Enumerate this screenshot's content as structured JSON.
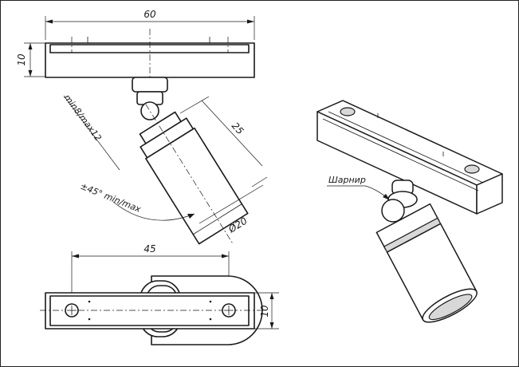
{
  "dimensions": {
    "top_width": "60",
    "top_height": "10",
    "joint_length": "min8/max12",
    "head_length": "25",
    "head_diameter": "Ø20",
    "tilt_angle": "±45° min/max",
    "bottom_width": "45",
    "bottom_height": "10"
  },
  "callouts": {
    "hinge": "Шарнир"
  },
  "colors": {
    "line": "#1a1a1a",
    "background": "#ffffff"
  }
}
